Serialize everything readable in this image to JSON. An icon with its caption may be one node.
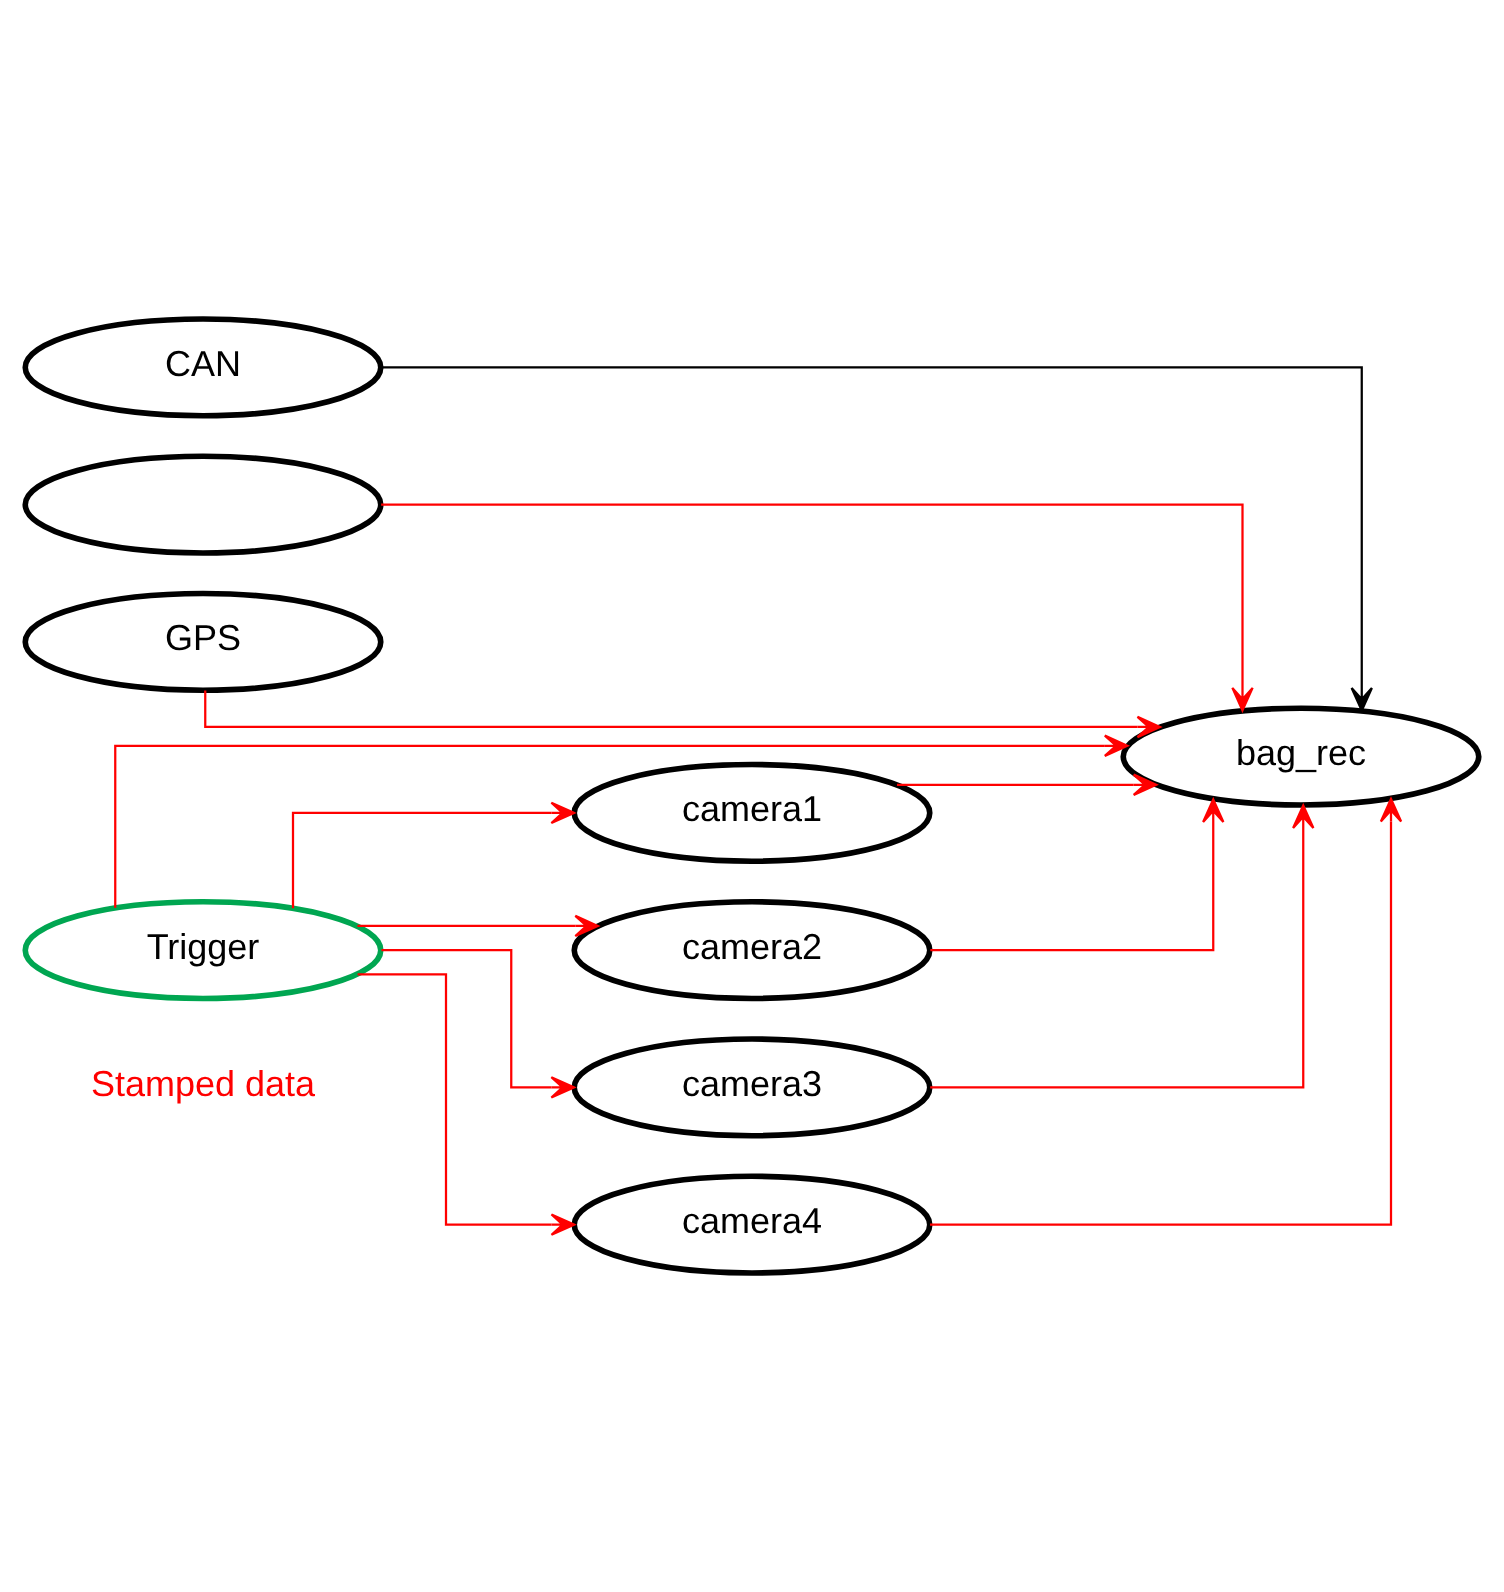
{
  "diagram": {
    "nodes": [
      {
        "text": [
          "CAN"
        ]
      },
      {
        "text": [],
        "shape": "ellipse"
      },
      {
        "text": [
          "GPS"
        ]
      },
      {
        "text": [
          "bag_rec"
        ]
      },
      {
        "text": [
          "Trigger"
        ]
      },
      {
        "text": [
          "camera1"
        ]
      },
      {
        "text": [
          "camera2"
        ]
      },
      {
        "text": [
          "camera3"
        ]
      },
      {
        "text": [
          "camera4"
        ]
      }
    ],
    "edges": [
      {
        "from": 0,
        "to": 3,
        "arrow": "to",
        "color": "#000000"
      },
      {
        "from": 1,
        "to": 3,
        "arrow": "to"
      },
      {
        "from": 2,
        "to": 3,
        "arrow": "to"
      },
      {
        "from": 4,
        "to": 3,
        "arrow": "to"
      },
      {
        "from": 5,
        "to": 3,
        "arrow": "to"
      },
      {
        "from": 6,
        "to": 3,
        "arrow": "to"
      },
      {
        "from": 7,
        "to": 3,
        "arrow": "to"
      },
      {
        "from": 8,
        "to": 3,
        "arrow": "to"
      },
      {
        "from": 4,
        "to": 5,
        "arrow": "to"
      },
      {
        "from": 4,
        "to": 6,
        "arrow": "to"
      },
      {
        "from": 4,
        "to": 7,
        "arrow": "to"
      },
      {
        "from": 4,
        "to": 8,
        "arrow": "to"
      }
    ],
    "labels": [
      "Stamped data"
    ]
  }
}
